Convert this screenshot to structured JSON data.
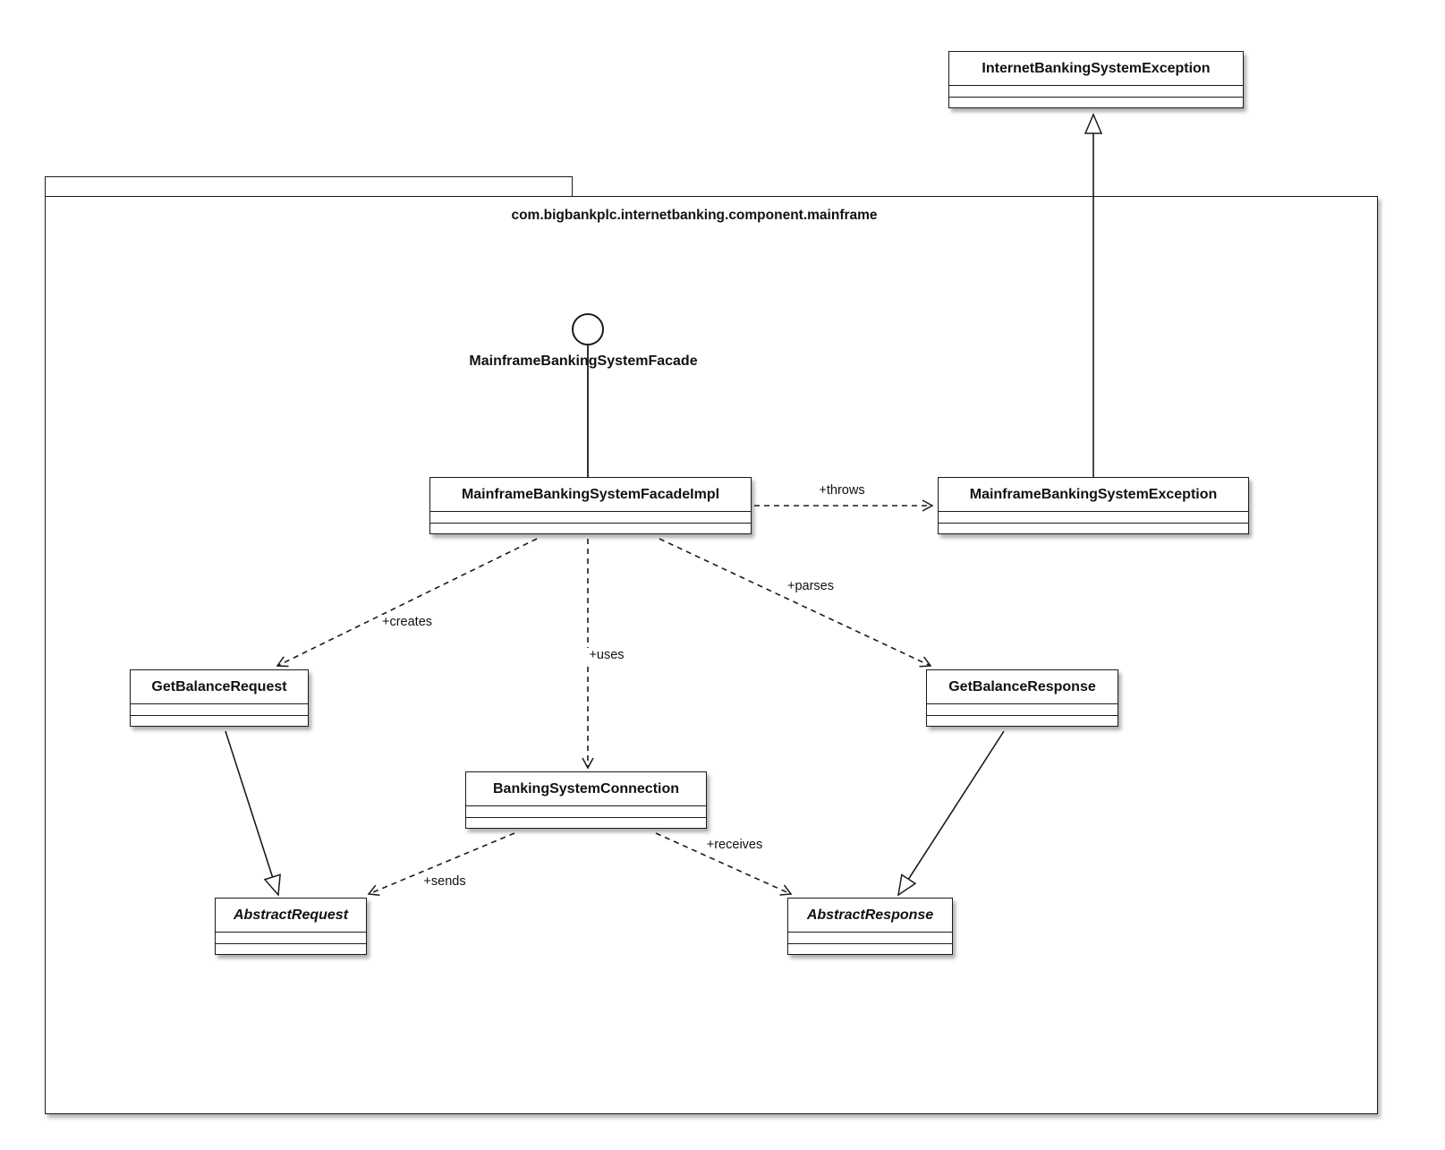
{
  "package": {
    "name": "com.bigbankplc.internetbanking.component.mainframe"
  },
  "interface": {
    "name": "MainframeBankingSystemFacade"
  },
  "classes": {
    "internetBankingSystemException": {
      "name": "InternetBankingSystemException",
      "abstract": false
    },
    "mainframeBankingSystemFacadeImpl": {
      "name": "MainframeBankingSystemFacadeImpl",
      "abstract": false
    },
    "mainframeBankingSystemException": {
      "name": "MainframeBankingSystemException",
      "abstract": false
    },
    "getBalanceRequest": {
      "name": "GetBalanceRequest",
      "abstract": false
    },
    "getBalanceResponse": {
      "name": "GetBalanceResponse",
      "abstract": false
    },
    "bankingSystemConnection": {
      "name": "BankingSystemConnection",
      "abstract": false
    },
    "abstractRequest": {
      "name": "AbstractRequest",
      "abstract": true
    },
    "abstractResponse": {
      "name": "AbstractResponse",
      "abstract": true
    }
  },
  "relationships": {
    "throws": "+throws",
    "creates": "+creates",
    "uses": "+uses",
    "parses": "+parses",
    "sends": "+sends",
    "receives": "+receives"
  },
  "colors": {
    "line": "#1b1b1b",
    "background": "#ffffff"
  }
}
